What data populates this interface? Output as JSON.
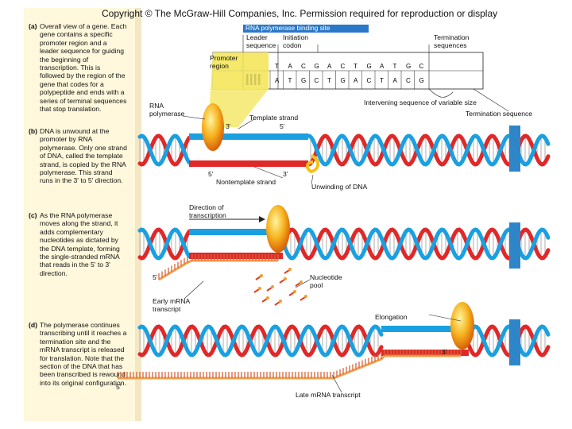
{
  "header": {
    "copyright": "Copyright © The McGraw-Hill Companies, Inc. Permission required for reproduction or display"
  },
  "panels": [
    {
      "letter": "(a)",
      "text": "Overall view of a gene. Each gene contains a specific promoter region and a leader sequence for guiding the beginning of transcription. This is followed by the region of the gene that codes for a polypeptide and ends with a series of terminal sequences that stop translation."
    },
    {
      "letter": "(b)",
      "text": "DNA is unwound at the promoter by RNA polymerase. Only one strand of DNA, called the template strand, is copied by the RNA polymerase. This strand runs in the 3' to 5' direction."
    },
    {
      "letter": "(c)",
      "text": "As the RNA polymerase moves along the strand, it adds complementary nucleotides as dictated by the DNA template, forming the single-stranded mRNA that reads in the 5' to 3' direction."
    },
    {
      "letter": "(d)",
      "text": "The polymerase continues transcribing until it reaches a termination site and the mRNA transcript is released for translation. Note that the section of the DNA that has been transcribed is rewound into its original configuration."
    }
  ],
  "labels": {
    "rna_binding_site": "RNA polymerase binding site",
    "leader_sequence": "Leader sequence",
    "initiation_codon": "Initiation codon",
    "termination_sequences": "Termination sequences",
    "promoter_region": "Promoter region",
    "intervening": "Intervening sequence of variable size",
    "rna_polymerase": "RNA polymerase",
    "template_strand": "Template strand",
    "termination_sequence": "Termination sequence",
    "three_prime": "3'",
    "five_prime": "5'",
    "nontemplate_strand": "Nontemplate strand",
    "unwinding": "Unwinding of DNA",
    "direction": "Direction of transcription",
    "nucleotide_pool": "Nucleotide pool",
    "early_mrna": "Early mRNA transcript",
    "elongation": "Elongation",
    "late_mrna": "Late mRNA transcript"
  },
  "sequence": {
    "top": [
      "T",
      "A",
      "C",
      "G",
      "A",
      "C",
      "T",
      "G",
      "A",
      "T",
      "G",
      "C"
    ],
    "bottom": [
      "A",
      "T",
      "G",
      "C",
      "T",
      "G",
      "A",
      "C",
      "T",
      "A",
      "C",
      "G"
    ]
  },
  "colors": {
    "strand_red": "#e02828",
    "strand_blue": "#1aa0e0",
    "terminator": "#2e86c8",
    "polymerase": "#f3a21a",
    "promoter": "#f4e86a",
    "rna": "#f0a050"
  }
}
